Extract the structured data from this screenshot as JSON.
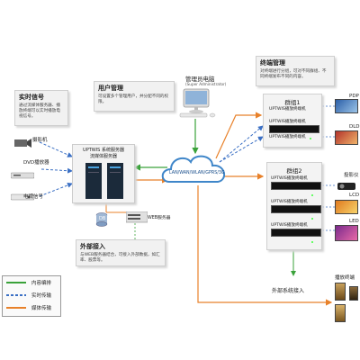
{
  "colors": {
    "green": "#3aa23a",
    "blue": "#3a6fc4",
    "orange": "#e8812a",
    "cloud": "#3f86c9"
  },
  "realtime_signal": {
    "title": "实时信号",
    "desc": "通过流媒体服务器、播放终端可以实时播放电视信号。"
  },
  "sources": {
    "camera": "摄影机",
    "dvd": "DVD播放器",
    "tv": "电视信号"
  },
  "user_mgmt": {
    "title": "用户管理",
    "desc": "可设置多个管理用户，并分配不同的权限。"
  },
  "admin": {
    "title": "管理员电脑",
    "subtitle": "(Super Administrator)"
  },
  "terminal_mgmt": {
    "title": "终端管理",
    "desc": "对终端进行分组，可对不同群组、不同终端发布不同的内容。"
  },
  "server": {
    "name": "UPTWIS 系统服务器",
    "sub": "流媒体服务器"
  },
  "db": "DB",
  "web_server": "WEB服务器",
  "cloud": "LAN/WAN/WLAN/GPRS/3G",
  "external": {
    "title": "外部接入",
    "desc": "与WEB服务器结合，可接入外部数据，如汇率、股票等。"
  },
  "external_label": "外部系统接入",
  "group1": {
    "title": "群组1",
    "terminals": [
      "UPTWIS播放终端机",
      "UPTWIS播放终端机",
      "UPTWIS播放终端机"
    ]
  },
  "group2": {
    "title": "群组2",
    "terminals": [
      "UPTWIS播放终端机",
      "UPTWIS播放终端机",
      "UPTWIS播放终端机"
    ]
  },
  "displays": {
    "pdp": "PDP",
    "dld": "DLD",
    "projector": "投影仪",
    "lcd": "LCD",
    "led": "LED",
    "player": "播放终端"
  },
  "legend": {
    "content": "内容编排",
    "realtime": "实时传输",
    "media": "媒体传输"
  }
}
